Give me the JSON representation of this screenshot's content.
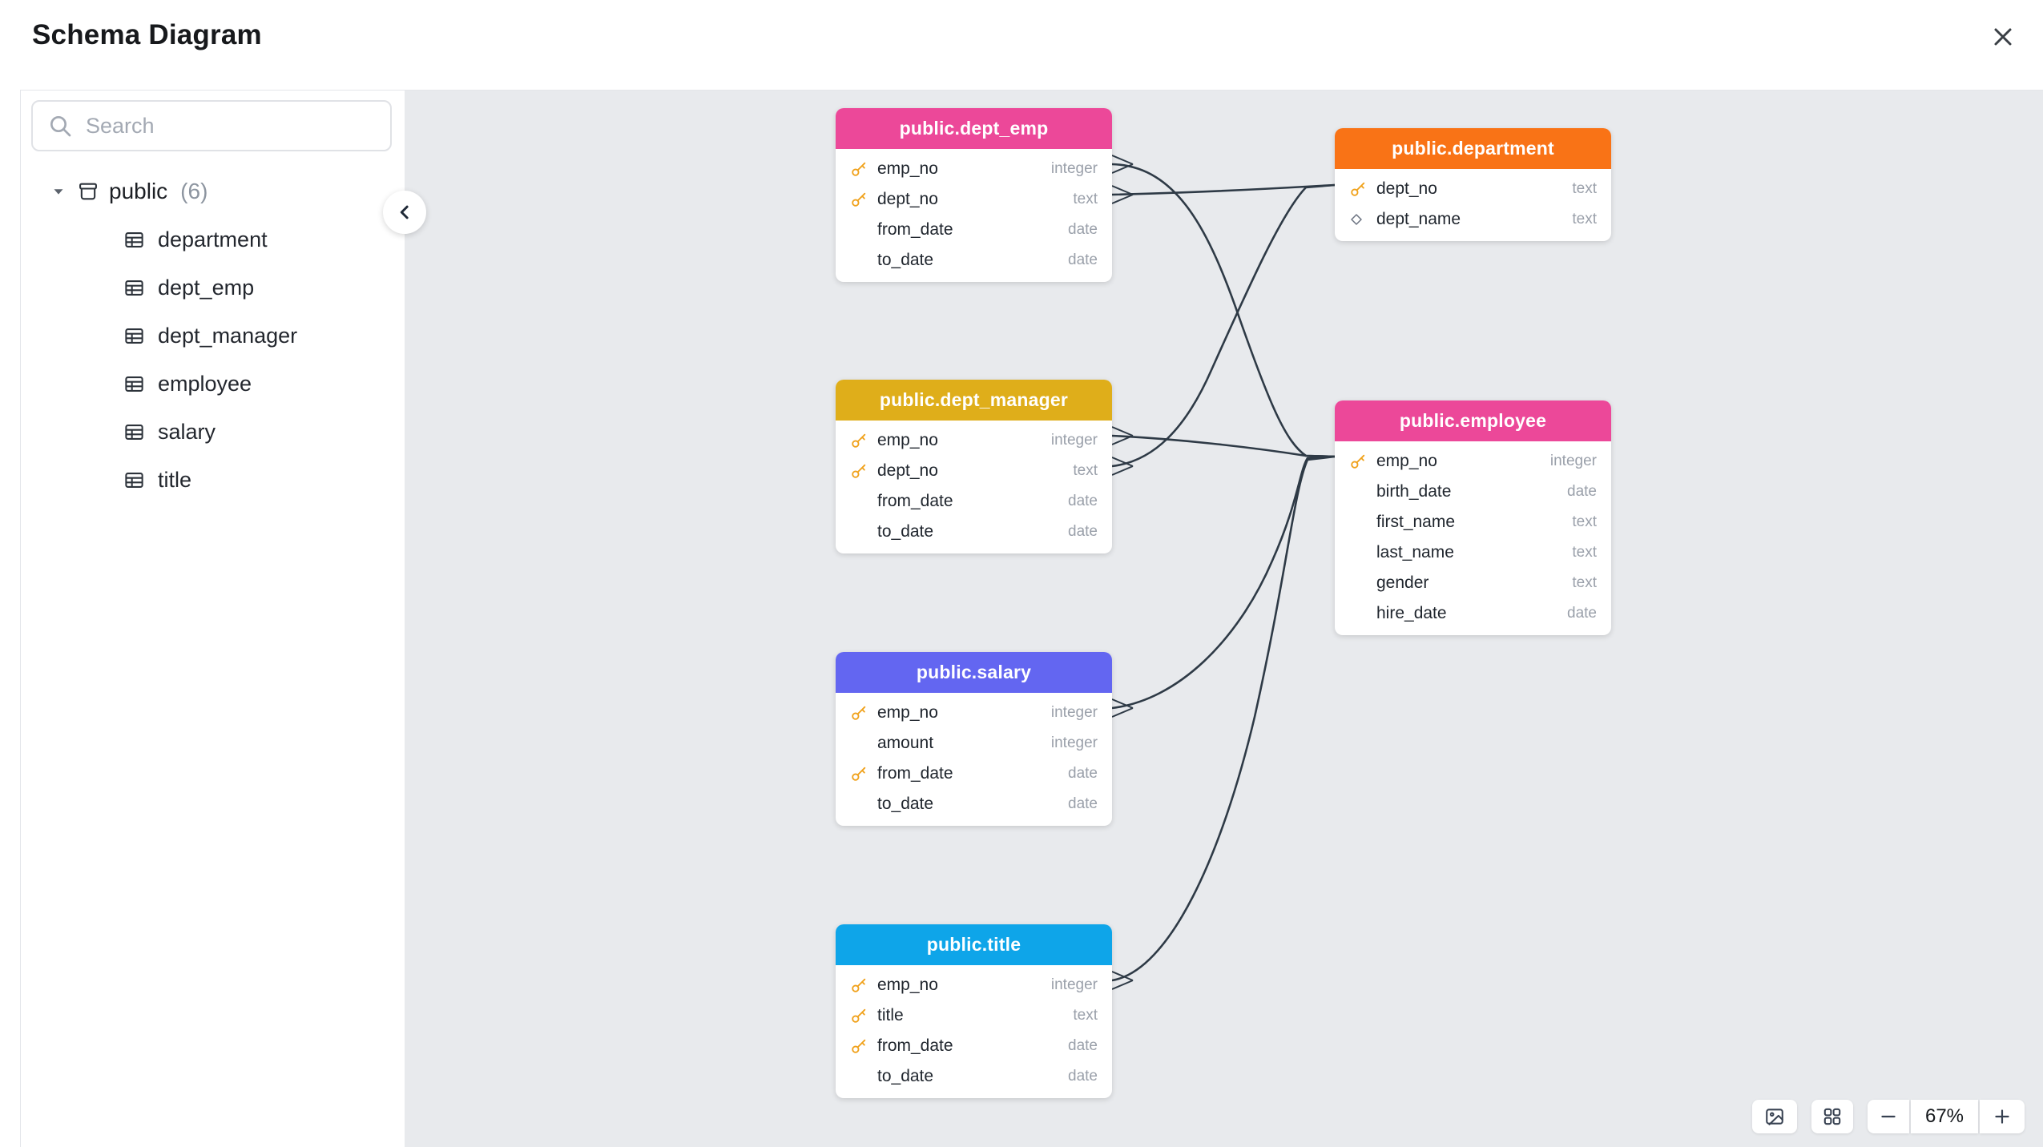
{
  "header": {
    "title": "Schema Diagram",
    "close_icon": "close-x"
  },
  "sidebar": {
    "search": {
      "placeholder": "Search",
      "icon": "magnifier"
    },
    "tree": {
      "schema": {
        "label": "public",
        "count": "(6)",
        "caret_icon": "caret-down",
        "schema_icon": "archive-box"
      },
      "tables": [
        {
          "label": "department",
          "icon": "table-grid"
        },
        {
          "label": "dept_emp",
          "icon": "table-grid"
        },
        {
          "label": "dept_manager",
          "icon": "table-grid"
        },
        {
          "label": "employee",
          "icon": "table-grid"
        },
        {
          "label": "salary",
          "icon": "table-grid"
        },
        {
          "label": "title",
          "icon": "table-grid"
        }
      ]
    },
    "collapse_icon": "chevron-left"
  },
  "canvas": {
    "background": "#e8eaed",
    "edge_color": "#2e3a46",
    "tables": [
      {
        "id": "dept_emp",
        "title": "public.dept_emp",
        "header_color": "#ec4899",
        "fields": [
          {
            "name": "emp_no",
            "type": "integer",
            "icon": "key-icon"
          },
          {
            "name": "dept_no",
            "type": "text",
            "icon": "key-icon"
          },
          {
            "name": "from_date",
            "type": "date",
            "icon": null
          },
          {
            "name": "to_date",
            "type": "date",
            "icon": null
          }
        ]
      },
      {
        "id": "department",
        "title": "public.department",
        "header_color": "#f97316",
        "fields": [
          {
            "name": "dept_no",
            "type": "text",
            "icon": "key-icon"
          },
          {
            "name": "dept_name",
            "type": "text",
            "icon": "diamond-icon"
          }
        ]
      },
      {
        "id": "dept_manager",
        "title": "public.dept_manager",
        "header_color": "#dfae1a",
        "fields": [
          {
            "name": "emp_no",
            "type": "integer",
            "icon": "key-icon"
          },
          {
            "name": "dept_no",
            "type": "text",
            "icon": "key-icon"
          },
          {
            "name": "from_date",
            "type": "date",
            "icon": null
          },
          {
            "name": "to_date",
            "type": "date",
            "icon": null
          }
        ]
      },
      {
        "id": "employee",
        "title": "public.employee",
        "header_color": "#ec4899",
        "fields": [
          {
            "name": "emp_no",
            "type": "integer",
            "icon": "key-icon"
          },
          {
            "name": "birth_date",
            "type": "date",
            "icon": null
          },
          {
            "name": "first_name",
            "type": "text",
            "icon": null
          },
          {
            "name": "last_name",
            "type": "text",
            "icon": null
          },
          {
            "name": "gender",
            "type": "text",
            "icon": null
          },
          {
            "name": "hire_date",
            "type": "date",
            "icon": null
          }
        ]
      },
      {
        "id": "salary",
        "title": "public.salary",
        "header_color": "#6366f1",
        "fields": [
          {
            "name": "emp_no",
            "type": "integer",
            "icon": "key-icon"
          },
          {
            "name": "amount",
            "type": "integer",
            "icon": null
          },
          {
            "name": "from_date",
            "type": "date",
            "icon": "key-icon"
          },
          {
            "name": "to_date",
            "type": "date",
            "icon": null
          }
        ]
      },
      {
        "id": "title",
        "title": "public.title",
        "header_color": "#0ea5e9",
        "fields": [
          {
            "name": "emp_no",
            "type": "integer",
            "icon": "key-icon"
          },
          {
            "name": "title",
            "type": "text",
            "icon": "key-icon"
          },
          {
            "name": "from_date",
            "type": "date",
            "icon": "key-icon"
          },
          {
            "name": "to_date",
            "type": "date",
            "icon": null
          }
        ]
      }
    ],
    "edges": [
      {
        "from": "dept_emp.emp_no",
        "to": "employee.emp_no"
      },
      {
        "from": "dept_emp.dept_no",
        "to": "department.dept_no"
      },
      {
        "from": "dept_manager.emp_no",
        "to": "employee.emp_no"
      },
      {
        "from": "dept_manager.dept_no",
        "to": "department.dept_no"
      },
      {
        "from": "salary.emp_no",
        "to": "employee.emp_no"
      },
      {
        "from": "title.emp_no",
        "to": "employee.emp_no"
      }
    ]
  },
  "controls": {
    "export_image_icon": "image",
    "auto_layout_icon": "grid-2x2",
    "zoom_out_icon": "minus",
    "zoom_level": "67%",
    "zoom_in_icon": "plus"
  }
}
